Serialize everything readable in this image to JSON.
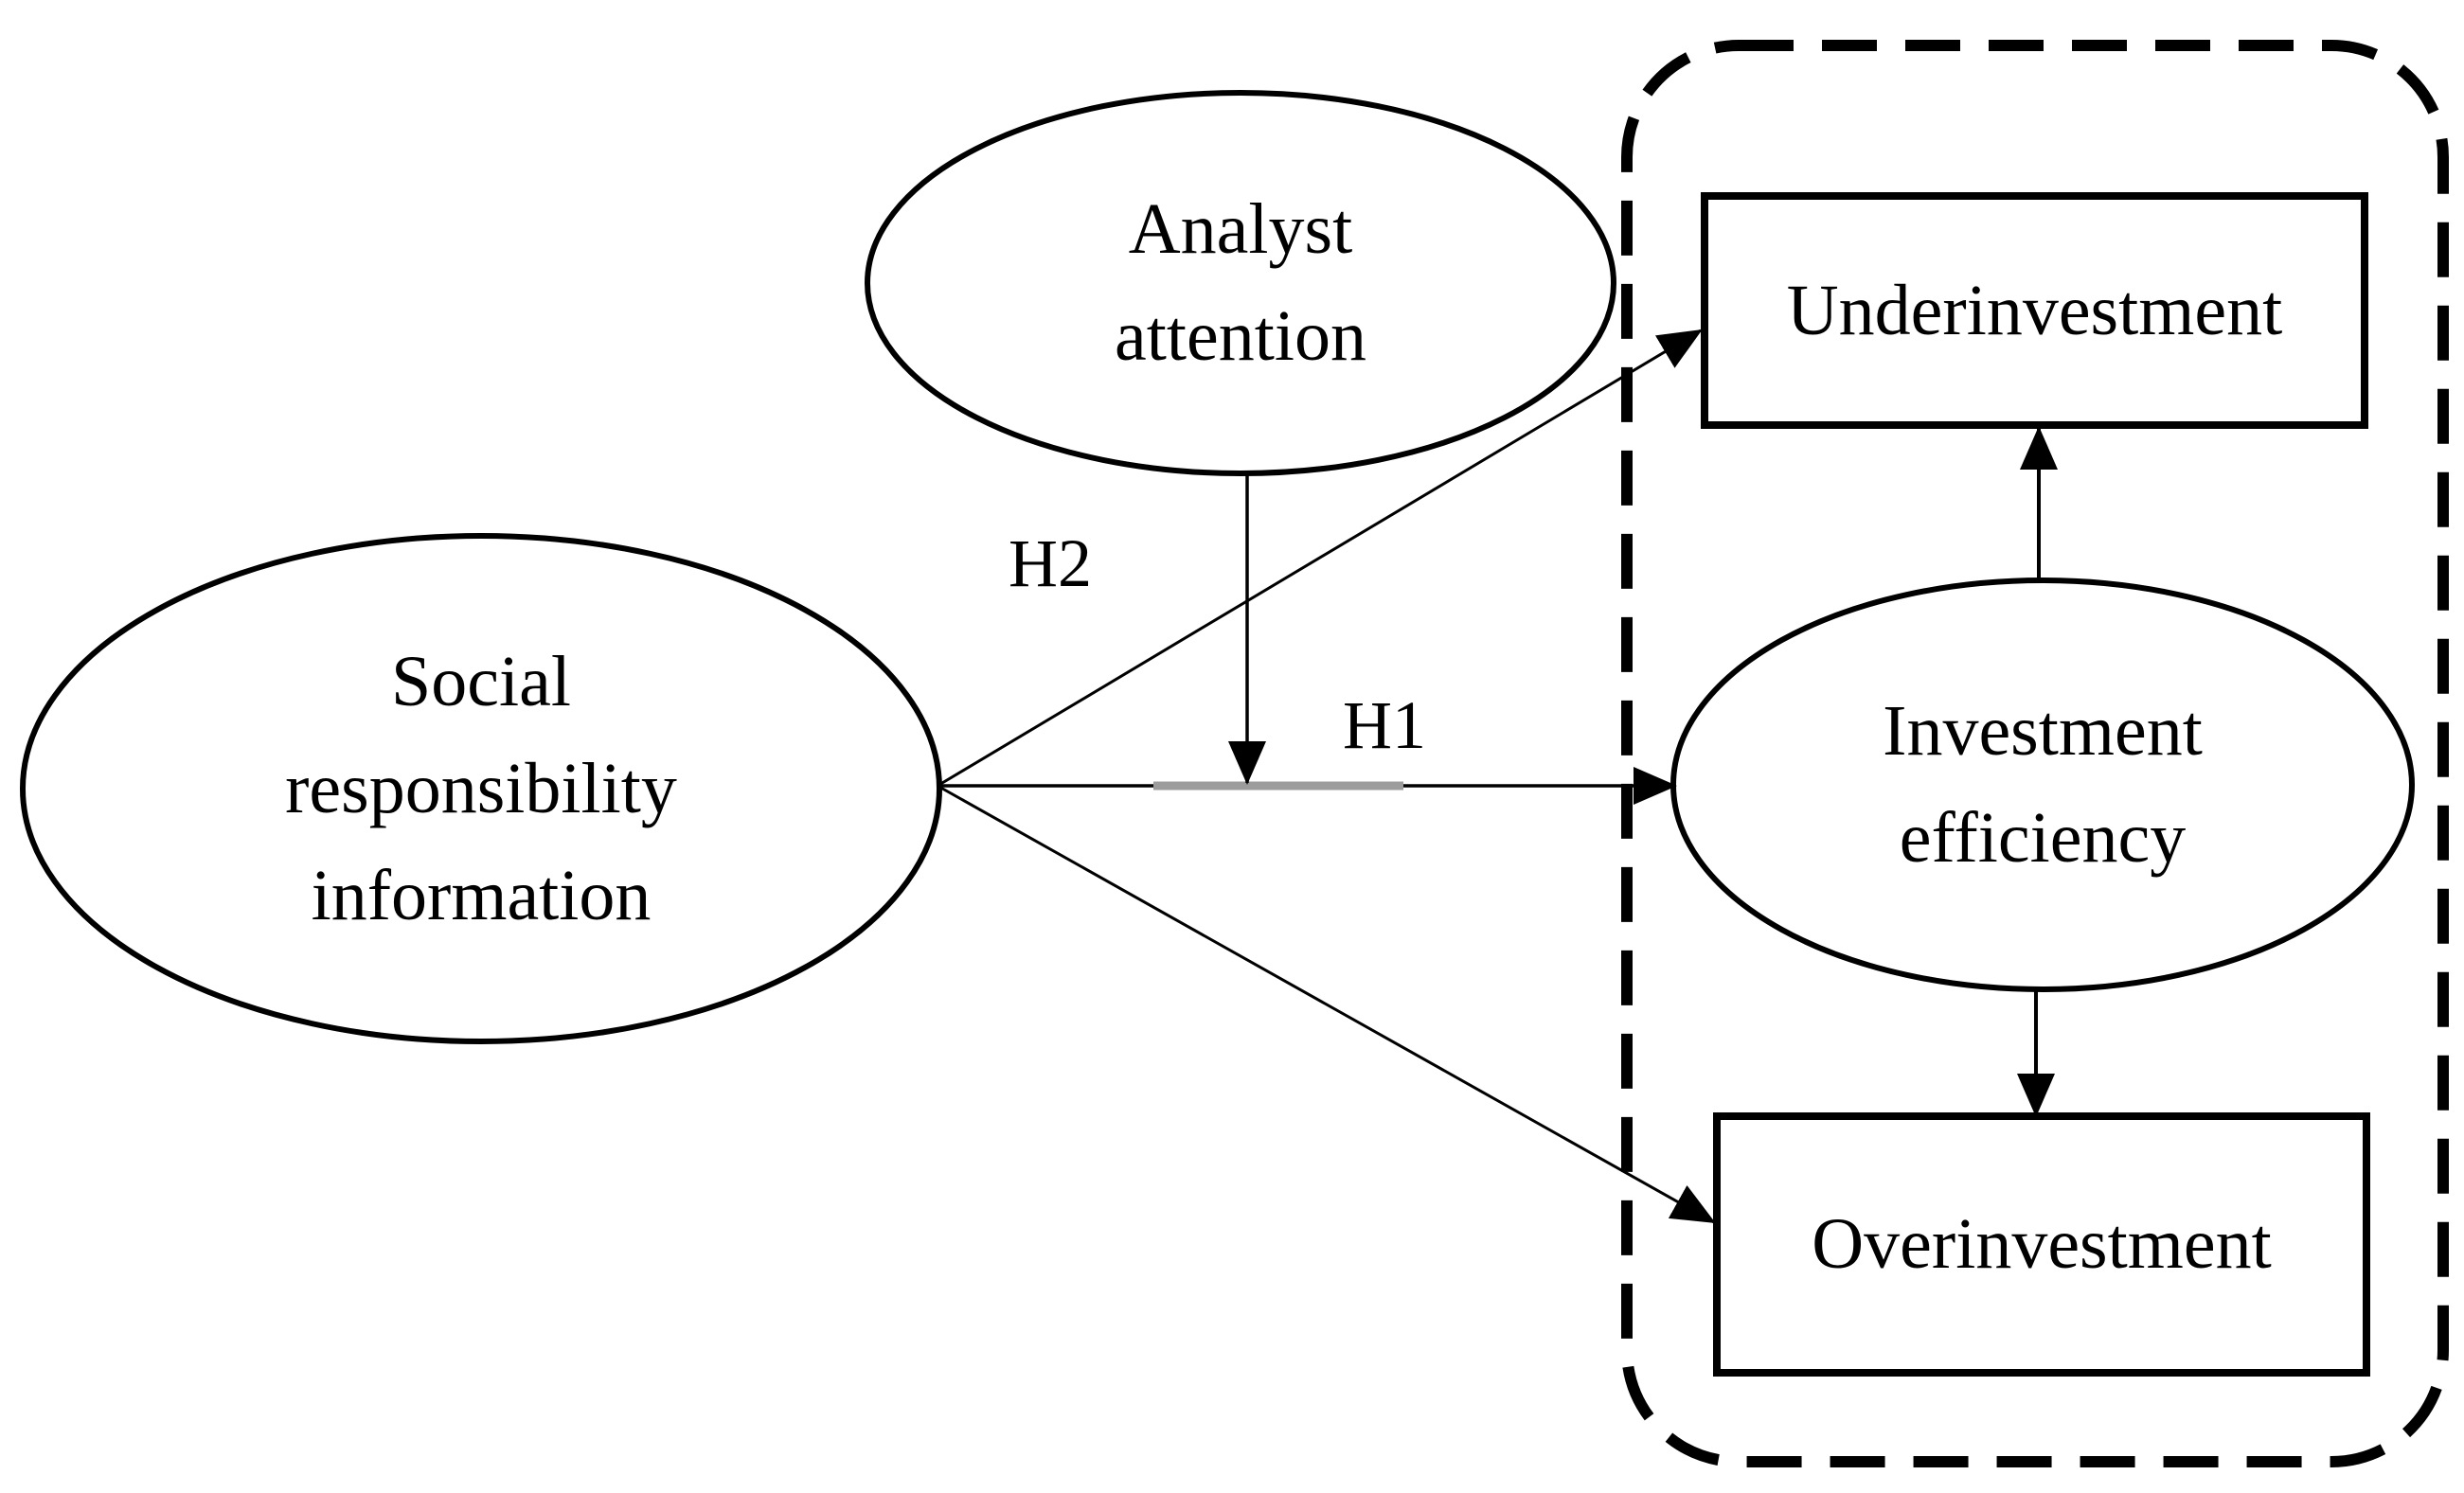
{
  "diagram": {
    "nodes": {
      "social_responsibility": {
        "shape": "ellipse",
        "lines": [
          "Social",
          "responsibility",
          "information"
        ]
      },
      "analyst_attention": {
        "shape": "ellipse",
        "lines": [
          "Analyst",
          "attention"
        ]
      },
      "investment_efficiency": {
        "shape": "ellipse",
        "lines": [
          "Investment",
          "efficiency"
        ]
      },
      "underinvestment": {
        "shape": "rectangle",
        "label": "Underinvestment"
      },
      "overinvestment": {
        "shape": "rectangle",
        "label": "Overinvestment"
      }
    },
    "edge_labels": {
      "h1": "H1",
      "h2": "H2"
    },
    "colors": {
      "ink": "#000000",
      "background": "#ffffff",
      "overlap_gray": "#9c9c9c"
    }
  }
}
